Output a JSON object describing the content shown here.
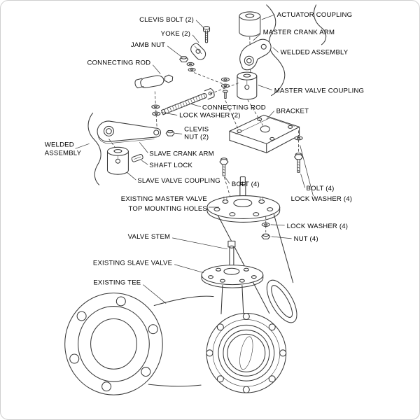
{
  "colors": {
    "background": "#ffffff",
    "line": "#383838",
    "text": "#000000",
    "frame_border": "#cfcfcf"
  },
  "labels": {
    "clevis_bolt": "CLEVIS BOLT (2)",
    "actuator_coupling": "ACTUATOR COUPLING",
    "yoke": "YOKE (2)",
    "master_crank_arm": "MASTER CRANK ARM",
    "jamb_nut": "JAMB NUT",
    "welded_assembly_right": "WELDED ASSEMBLY",
    "connecting_rod_upper": "CONNECTING ROD",
    "master_valve_coupling": "MASTER VALVE COUPLING",
    "connecting_rod_lower": "CONNECTING ROD",
    "lock_washer_2": "LOCK WASHER (2)",
    "bracket": "BRACKET",
    "clevis_nut_line1": "CLEVIS",
    "clevis_nut_line2": "NUT (2)",
    "welded_assembly_left_line1": "WELDED",
    "welded_assembly_left_line2": "ASSEMBLY",
    "slave_crank_arm": "SLAVE CRANK ARM",
    "shaft_lock": "SHAFT LOCK",
    "slave_valve_coupling": "SLAVE VALVE COUPLING",
    "bolt_4_left": "BOLT (4)",
    "bolt_4_right": "BOLT (4)",
    "lock_washer_4_upper": "LOCK WASHER (4)",
    "existing_master_valve_line1": "EXISTING MASTER VALVE",
    "existing_master_valve_line2": "TOP MOUNTING HOLES",
    "lock_washer_4_lower": "LOCK WASHER (4)",
    "valve_stem": "VALVE STEM",
    "nut_4": "NUT (4)",
    "existing_slave_valve": "EXISTING SLAVE VALVE",
    "existing_tee": "EXISTING TEE"
  }
}
